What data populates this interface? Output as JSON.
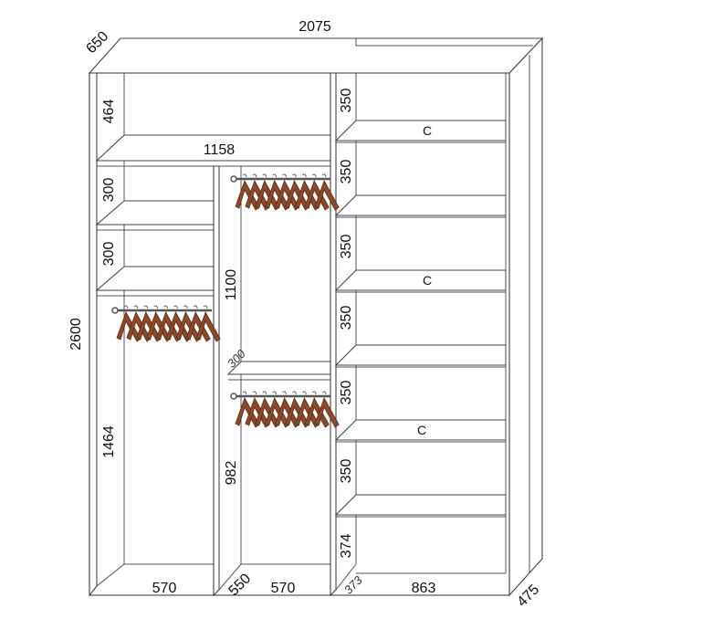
{
  "dimensions": {
    "total_width": "2075",
    "depth": "650",
    "height": "2600",
    "right_side_depth": "475",
    "left_top_shelf": "464",
    "left_shelf_1": "300",
    "left_shelf_2": "300",
    "left_hanging": "1464",
    "mid_upper_hanging": "1100",
    "mid_shelf_small": "300",
    "mid_lower_hanging": "982",
    "top_shelf_width": "1158",
    "bottom_left": "570",
    "bottom_mid_depth": "550",
    "bottom_mid": "570",
    "bottom_right_depth": "373",
    "bottom_right": "863",
    "right_shelves": [
      "350",
      "350",
      "350",
      "350",
      "350",
      "350",
      "374"
    ],
    "drawer_marks": [
      "C",
      "C",
      "C"
    ]
  },
  "colors": {
    "line": "#444444",
    "hanger": "#8B4A2B",
    "rod": "#555555"
  }
}
